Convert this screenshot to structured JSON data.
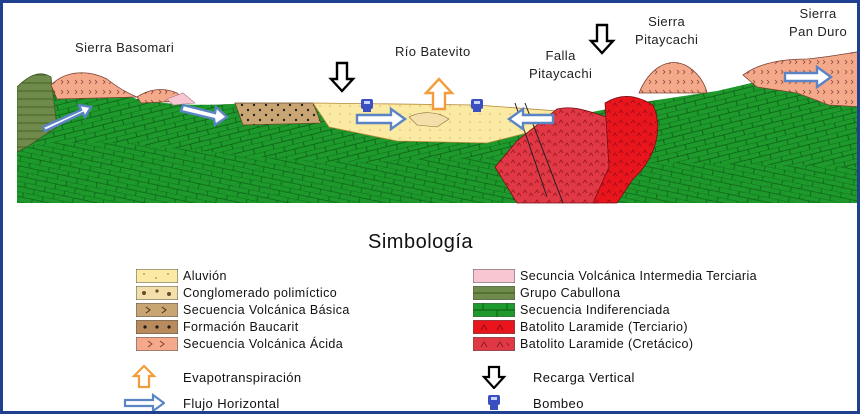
{
  "places": {
    "sierra_basomari": "Sierra Basomari",
    "rio_batevito": "Río Batevito",
    "falla_line1": "Falla",
    "falla_line2": "Pitaycachi",
    "pitaycachi_line1": "Sierra",
    "pitaycachi_line2": "Pitaycachi",
    "panduro_line1": "Sierra",
    "panduro_line2": "Pan Duro"
  },
  "legend": {
    "title": "Simbología",
    "units": [
      {
        "label": "Aluvión",
        "color": "#fbeaa3"
      },
      {
        "label": "Conglomerado  polimíctico",
        "color": "#f3dfa9"
      },
      {
        "label": "Secuencia Volcánica Básica",
        "color": "#c9a574"
      },
      {
        "label": "Formación Baucarit",
        "color": "#b88a5c"
      },
      {
        "label": "Secuencia Volcánica Ácida",
        "color": "#f4a98b"
      },
      {
        "label": "Secuncia Volcánica Intermedia Terciaria",
        "color": "#f8c6d2"
      },
      {
        "label": "Grupo Cabullona",
        "color": "#6f8a4a"
      },
      {
        "label": "Secuencia Indiferenciada",
        "color": "#1d9a2b"
      },
      {
        "label": "Batolito Laramide (Terciario)",
        "color": "#e8151d"
      },
      {
        "label": "Batolito Laramide  (Cretácico)",
        "color": "#e03845"
      }
    ],
    "symbols": [
      {
        "label": "Evapotranspiración",
        "icon": "orange-up-arrow-icon",
        "color": "#f39c3c"
      },
      {
        "label": "Recarga Vertical",
        "icon": "black-down-arrow-icon",
        "color": "#000000"
      },
      {
        "label": "Flujo Horizontal",
        "icon": "blue-horizontal-arrow-icon",
        "color": "#5b84c4"
      },
      {
        "label": "Bombeo",
        "icon": "pump-icon",
        "color": "#3a50c0"
      }
    ]
  },
  "colors": {
    "frame": "#1f3f8f",
    "green_sequence": "#1d9a2b",
    "alluvium": "#fbeaa3",
    "batolito": "#e8151d"
  }
}
